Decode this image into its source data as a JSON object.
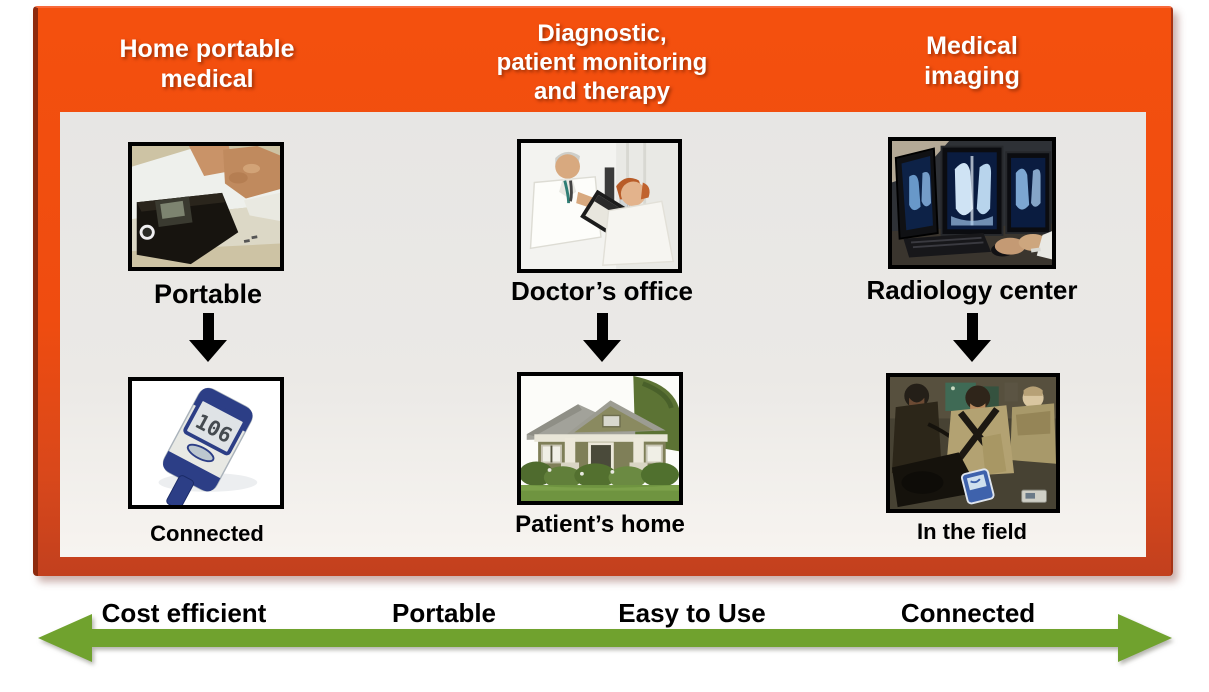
{
  "columns": [
    {
      "header": "Home portable\nmedical",
      "top_label": "Portable",
      "top_image": "hands-using-portable-glucose-meter-photo",
      "bottom_label": "Connected",
      "bottom_image": "connected-glucose-meter-photo",
      "meter_display": "106"
    },
    {
      "header": "Diagnostic,\npatient monitoring\nand therapy",
      "top_label": "Doctor’s office",
      "top_image": "doctor-with-patient-photo",
      "bottom_label": "Patient’s home",
      "bottom_image": "patient-home-house-photo"
    },
    {
      "header": "Medical\nimaging",
      "top_label": "Radiology center",
      "top_image": "radiology-xray-workstation-photo",
      "bottom_label": "In the field",
      "bottom_image": "field-medics-portable-device-photo"
    }
  ],
  "bottom_axis": {
    "labels": [
      "Cost efficient",
      "Portable",
      "Easy to Use",
      "Connected"
    ]
  },
  "colors": {
    "frame_orange_top": "#F4500E",
    "frame_orange_bottom": "#C2401E",
    "frame_bevel_dark": "#8E2A0E",
    "panel_gray": "#E7E6E4",
    "arrow_green": "#70A22E",
    "text_black": "#000000",
    "header_white": "#FFFFFF"
  }
}
